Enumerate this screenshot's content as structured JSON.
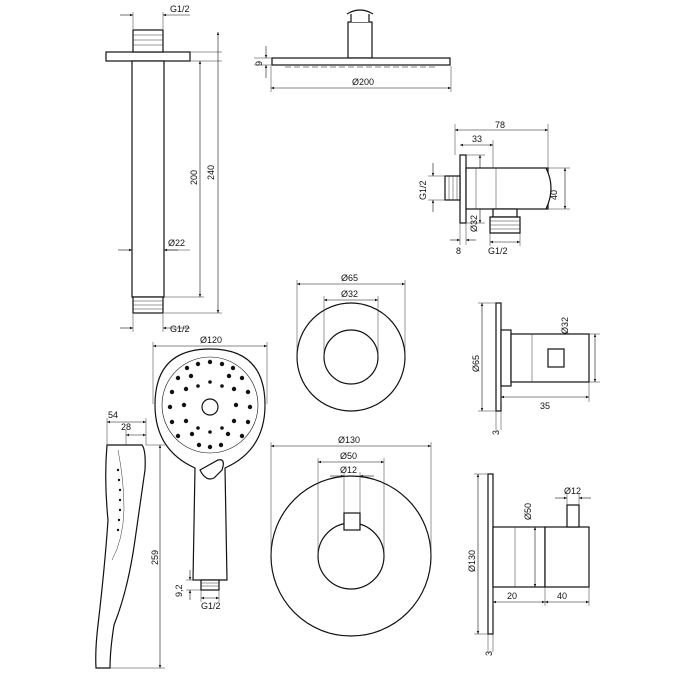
{
  "title": "",
  "components": {
    "ceiling_arm": {
      "thread_top": "G1/2",
      "thread_bottom": "G1/2",
      "length_inner": "200",
      "length_total": "240",
      "diameter": "Ø22"
    },
    "rain_head": {
      "height": "9",
      "diameter": "Ø200"
    },
    "wall_elbow": {
      "width_total": "78",
      "offset": "33",
      "thread_side": "G1/2",
      "height": "40",
      "flange_dia": "Ø32",
      "flange_depth": "8",
      "thread_bottom": "G1/2"
    },
    "small_rosette": {
      "outer": "Ø65",
      "inner": "Ø32"
    },
    "small_rosette_side": {
      "height": "Ø65",
      "body_dia": "Ø32",
      "depth": "35",
      "plate": "3"
    },
    "hand_shower_front": {
      "diameter": "Ø120",
      "thread": "G1/2",
      "thread_len": "9,2"
    },
    "hand_shower_side": {
      "width_total": "54",
      "width_grip": "28",
      "length": "259"
    },
    "big_rosette": {
      "outer": "Ø130",
      "mid": "Ø50",
      "spindle": "Ø12"
    },
    "big_rosette_side": {
      "height": "Ø130",
      "body_dia": "Ø50",
      "spindle": "Ø12",
      "depth_a": "20",
      "depth_b": "40",
      "plate": "3"
    }
  }
}
